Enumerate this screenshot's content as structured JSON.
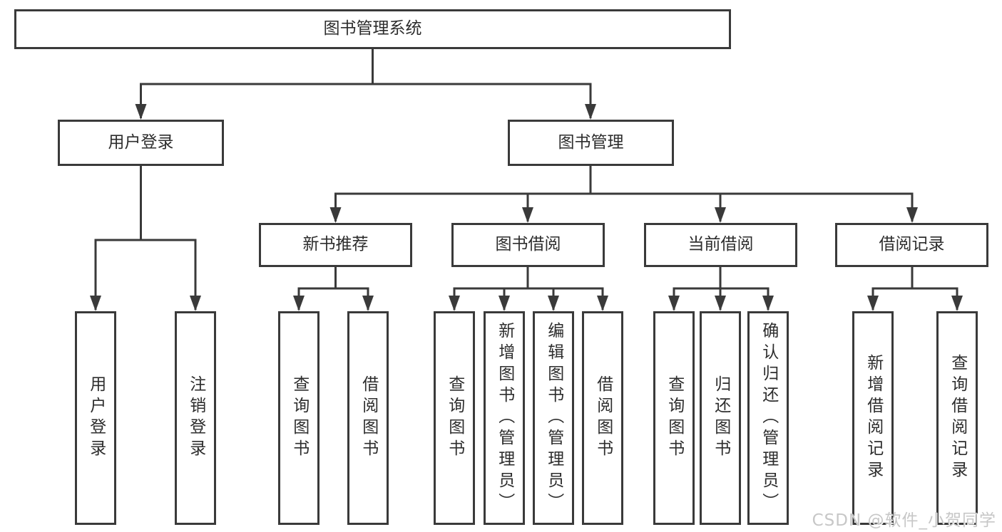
{
  "tree": {
    "root": {
      "label": "图书管理系统"
    },
    "children": [
      {
        "label": "用户登录",
        "children": [
          {
            "label": "用户登录"
          },
          {
            "label": "注销登录"
          }
        ]
      },
      {
        "label": "图书管理",
        "children": [
          {
            "label": "新书推荐",
            "children": [
              {
                "label": "查询图书"
              },
              {
                "label": "借阅图书"
              }
            ]
          },
          {
            "label": "图书借阅",
            "children": [
              {
                "label": "查询图书"
              },
              {
                "label": "新增图书（管理员）"
              },
              {
                "label": "编辑图书（管理员）"
              },
              {
                "label": "借阅图书"
              }
            ]
          },
          {
            "label": "当前借阅",
            "children": [
              {
                "label": "查询图书"
              },
              {
                "label": "归还图书"
              },
              {
                "label": "确认归还（管理员）"
              }
            ]
          },
          {
            "label": "借阅记录",
            "children": [
              {
                "label": "新增借阅记录"
              },
              {
                "label": "查询借阅记录"
              }
            ]
          }
        ]
      }
    ]
  },
  "watermark": {
    "text": "CSDN @软件_小贺同学"
  },
  "colors": {
    "line": "#3a3a3a",
    "text": "#2d2d2d",
    "box_bg": "#ffffff",
    "watermark": "#c7c7c7"
  }
}
